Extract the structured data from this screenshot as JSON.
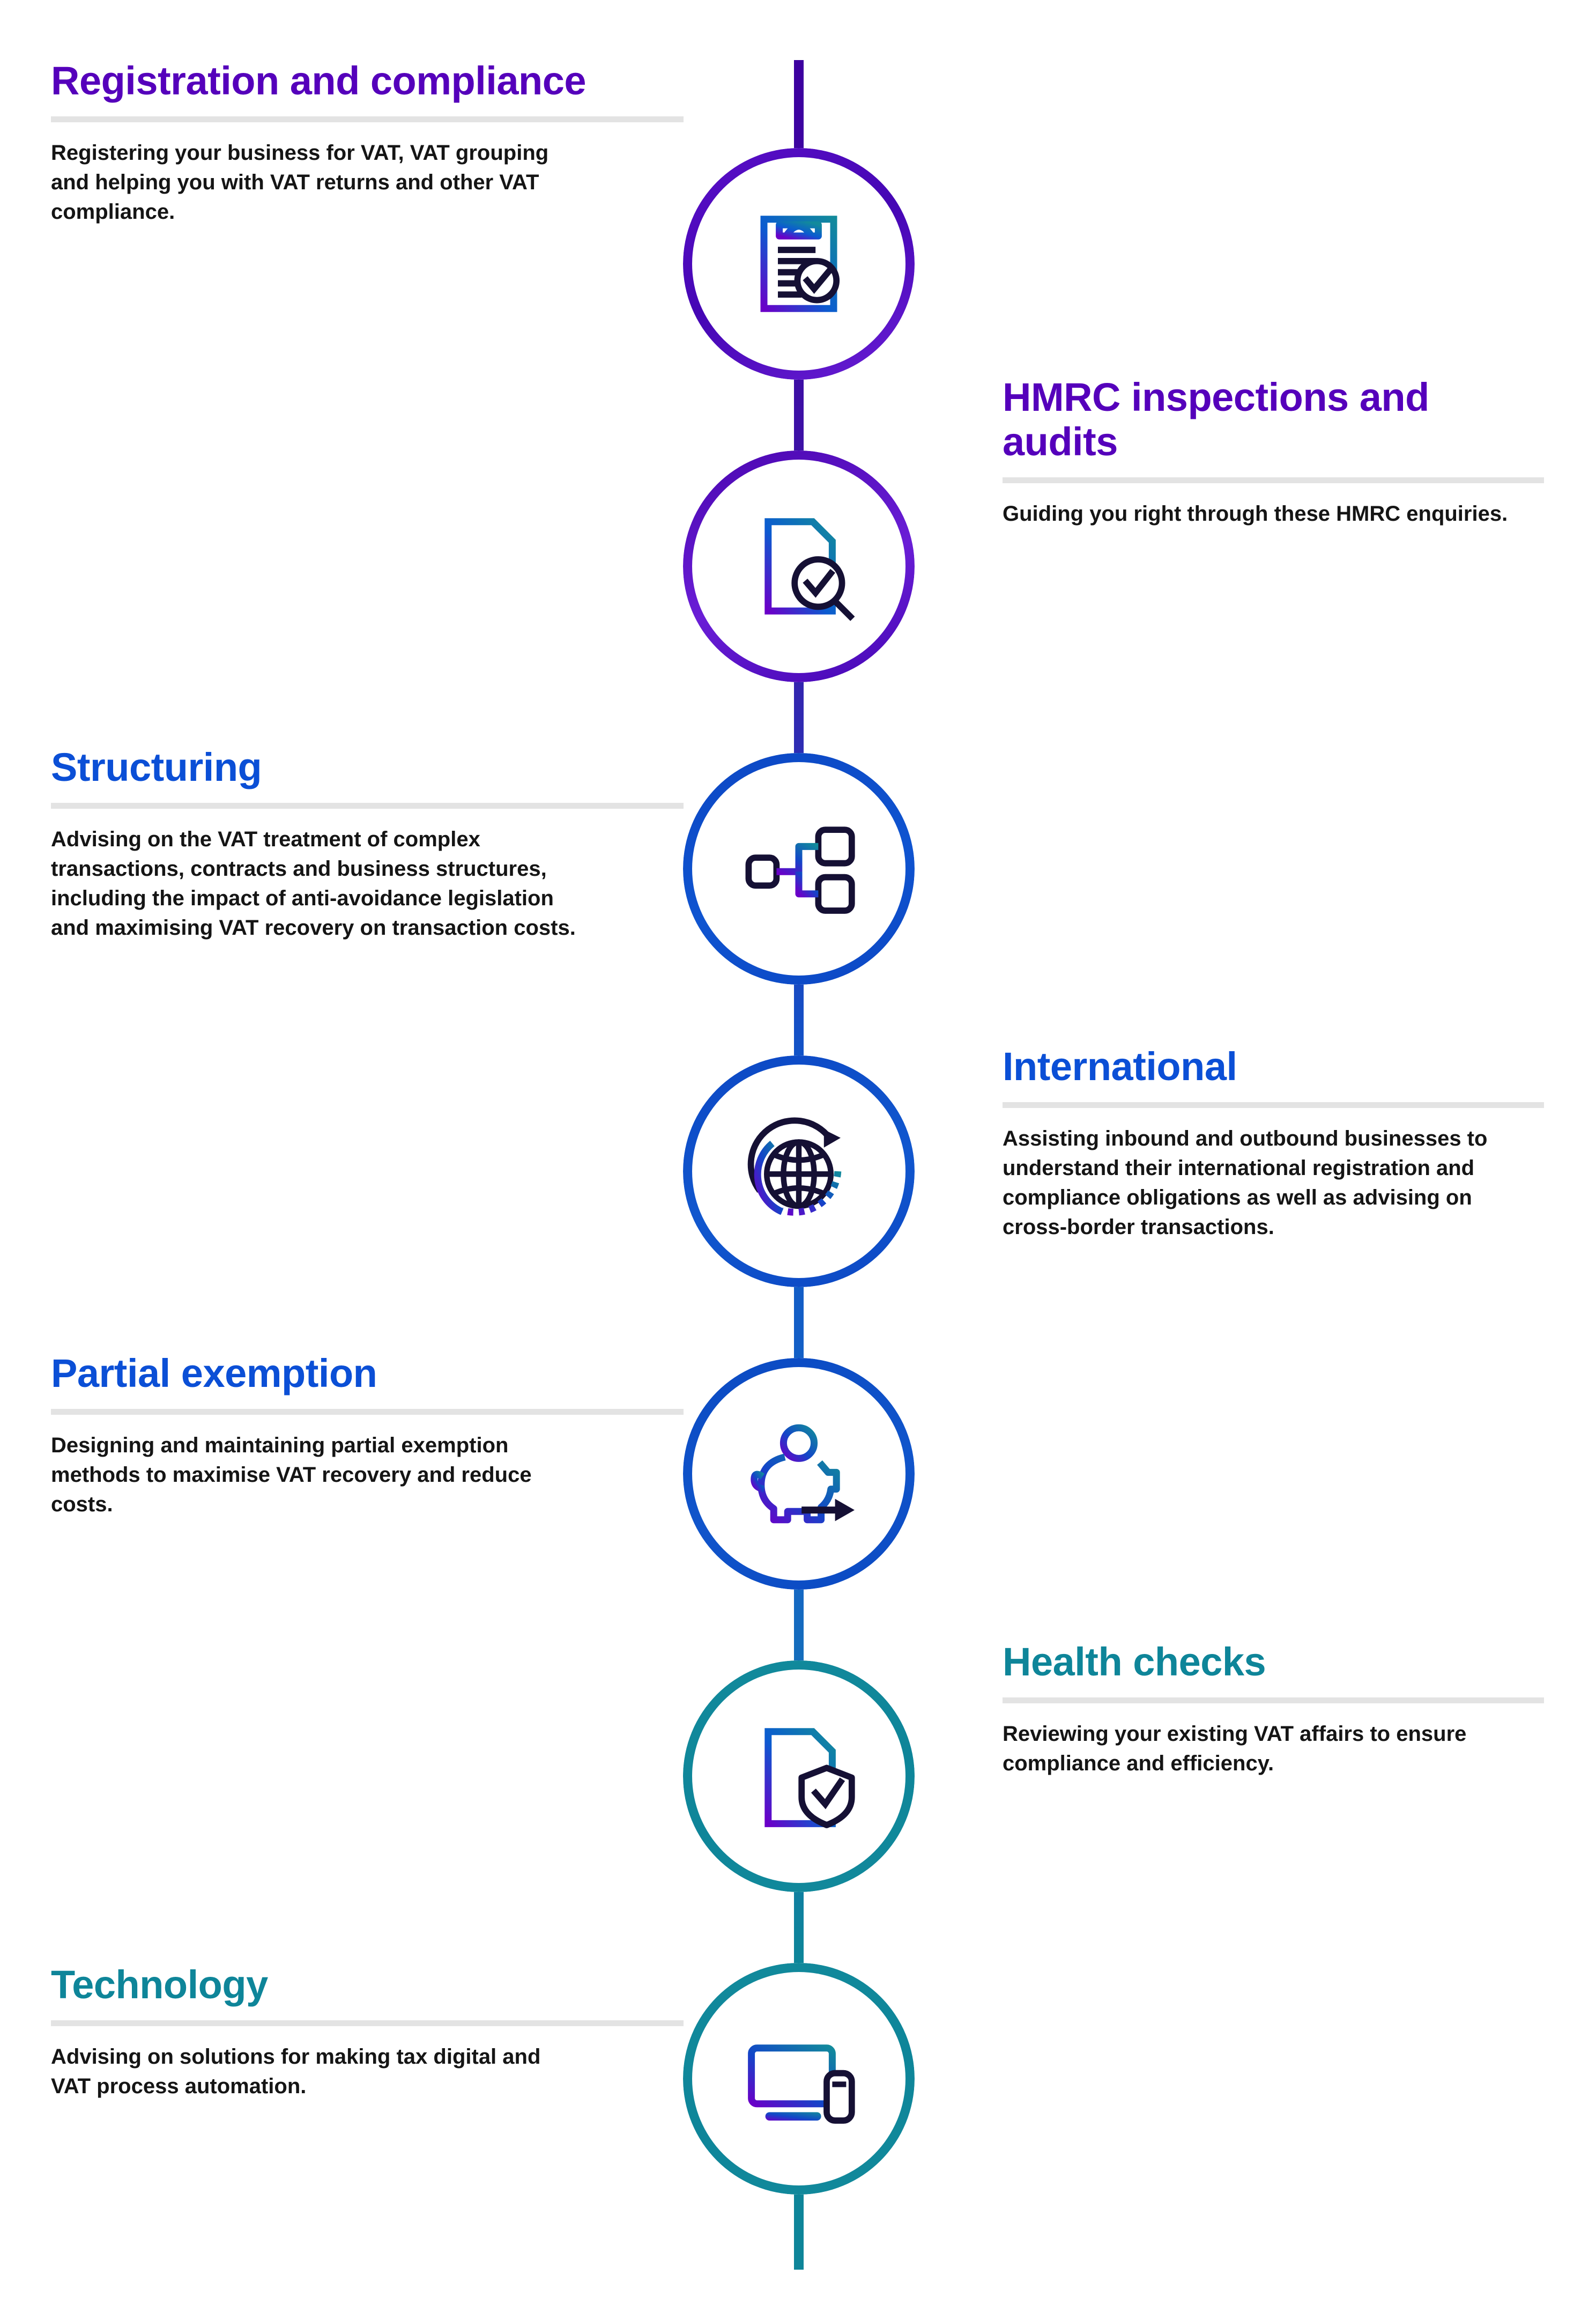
{
  "palette": {
    "purple": "#5500BB",
    "blue": "#0B4FD6",
    "teal": "#0E8599",
    "rule_grey": "#E3E3E3",
    "body_text": "#151515",
    "background": "#FFFFFF"
  },
  "sections": [
    {
      "id": "registration-and-compliance",
      "heading": "Registration and compliance",
      "body": "Registering your business for VAT, VAT grouping and helping you with VAT returns and other VAT compliance.",
      "side": "left",
      "accent": "purple",
      "icon": "clipboard-check-icon",
      "ring_color": "#4506B4"
    },
    {
      "id": "hmrc-inspections-and-audits",
      "heading": "HMRC inspections and audits",
      "body": "Guiding you right through these HMRC enquiries.",
      "side": "right",
      "accent": "purple",
      "icon": "document-magnifier-check-icon",
      "ring_color": "#4506B4"
    },
    {
      "id": "structuring",
      "heading": "Structuring",
      "body": "Advising on the VAT treatment of complex transactions, contracts and business structures, including the impact of anti-avoidance legislation and maximising VAT recovery on transaction costs.",
      "side": "left",
      "accent": "blue",
      "icon": "org-hierarchy-icon",
      "ring_color": "#0C47C4"
    },
    {
      "id": "international",
      "heading": "International",
      "body": "Assisting inbound and outbound businesses to understand their international registration and compliance obligations as well as advising on cross-border transactions.",
      "side": "right",
      "accent": "blue",
      "icon": "globe-arrows-icon",
      "ring_color": "#0C47C4"
    },
    {
      "id": "partial-exemption",
      "heading": "Partial exemption",
      "body": "Designing and maintaining partial exemption methods to maximise VAT recovery and reduce costs.",
      "side": "left",
      "accent": "blue",
      "icon": "piggy-bank-arrow-icon",
      "ring_color": "#0B49C2"
    },
    {
      "id": "health-checks",
      "heading": "Health checks",
      "body": "Reviewing your existing VAT affairs to ensure compliance and efficiency.",
      "side": "right",
      "accent": "teal",
      "icon": "document-shield-check-icon",
      "ring_color": "#0E8599"
    },
    {
      "id": "technology",
      "heading": "Technology",
      "body": "Advising on solutions for making tax digital and VAT process automation.",
      "side": "left",
      "accent": "teal",
      "icon": "monitor-mobile-icon",
      "ring_color": "#0E8599"
    }
  ]
}
